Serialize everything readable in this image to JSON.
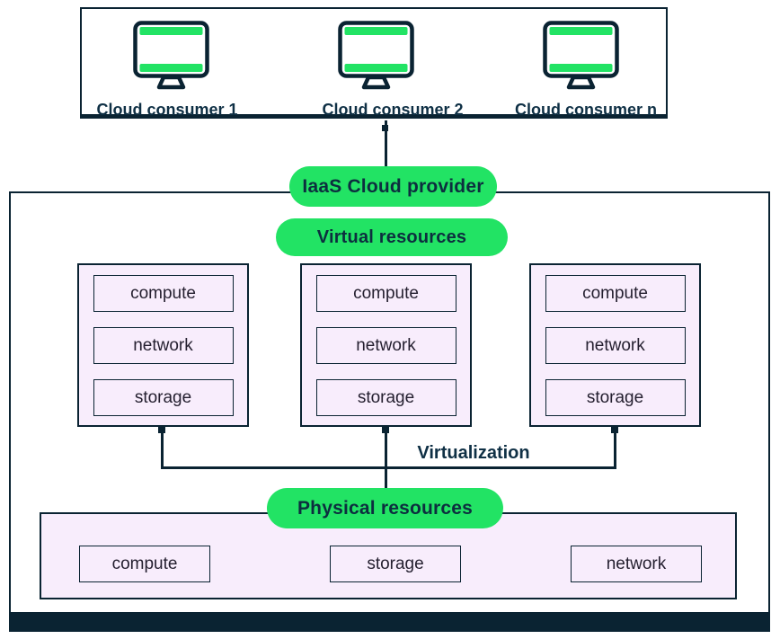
{
  "colors": {
    "green": "#22e364",
    "navy": "#0a2332",
    "text": "#0f3045",
    "cell-text": "#241f2f",
    "lavender": "#f8edfc"
  },
  "consumer_panel": {
    "items": [
      {
        "label": "Cloud consumer 1"
      },
      {
        "label": "Cloud consumer 2"
      },
      {
        "label": "Cloud consumer n"
      }
    ]
  },
  "pills": {
    "provider": "IaaS Cloud provider",
    "virtual": "Virtual resources",
    "physical": "Physical resources"
  },
  "virtualization_label": "Virtualization",
  "virtual_resources": {
    "boxes": [
      {
        "items": [
          "compute",
          "network",
          "storage"
        ]
      },
      {
        "items": [
          "compute",
          "network",
          "storage"
        ]
      },
      {
        "items": [
          "compute",
          "network",
          "storage"
        ]
      }
    ]
  },
  "physical_resources": {
    "items": [
      "compute",
      "storage",
      "network"
    ]
  }
}
